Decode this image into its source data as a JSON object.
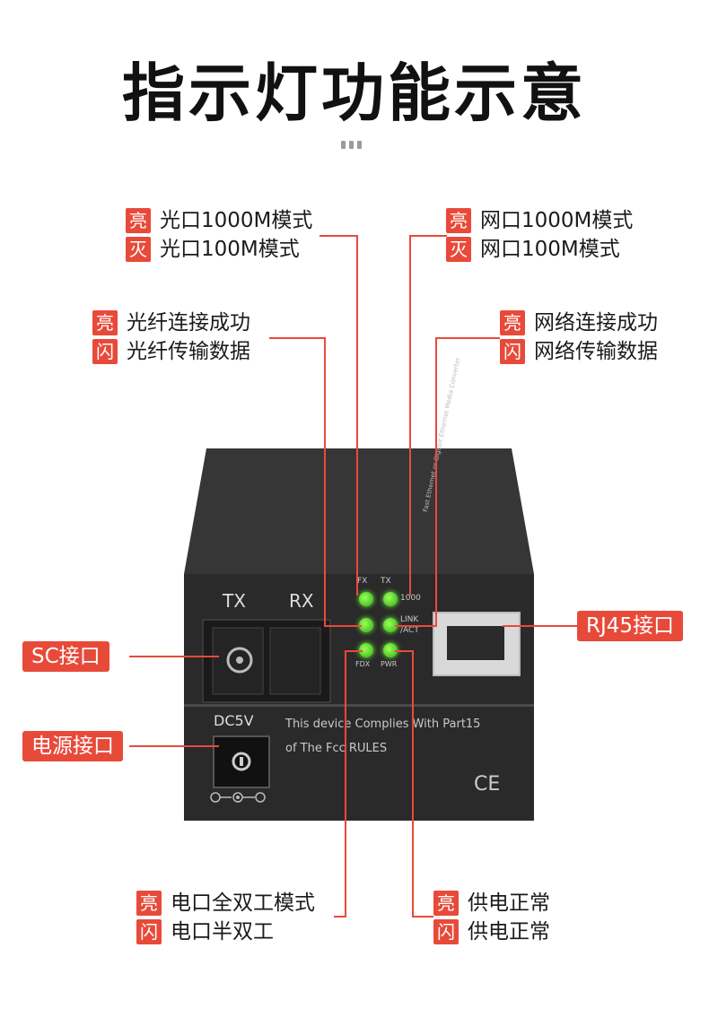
{
  "title": "指示灯功能示意",
  "tags": {
    "on": "亮",
    "off": "灭",
    "blink": "闪"
  },
  "callouts": {
    "fx_speed": {
      "on": "光口1000M模式",
      "off": "光口100M模式"
    },
    "tx_speed": {
      "on": "网口1000M模式",
      "off": "网口100M模式"
    },
    "fx_link": {
      "on": "光纤连接成功",
      "blink": "光纤传输数据"
    },
    "tp_link": {
      "on": "网络连接成功",
      "blink": "网络传输数据"
    },
    "fdx": {
      "on": "电口全双工模式",
      "blink": "电口半双工"
    },
    "pwr": {
      "on": "供电正常",
      "blink": "供电正常"
    }
  },
  "labels": {
    "sc": "SC接口",
    "power": "电源接口",
    "rj45": "RJ45接口"
  },
  "device": {
    "tx": "TX",
    "rx": "RX",
    "led_fx": "FX",
    "led_tx": "TX",
    "led_1000": "1000",
    "led_link": "LINK",
    "led_act": "/ACT",
    "led_fdx": "FDX",
    "led_pwr": "PWR",
    "dc": "DC5V",
    "compliance_1": "This device Complies With Part15",
    "compliance_2": "of The Fcc RULES",
    "ce": "CE",
    "side_text": "Fast Ethernet or Gigabit Ethernet Media Converter"
  },
  "colors": {
    "accent": "#e84a3a",
    "led": "#4cd21f",
    "device": "#2a2a2a"
  }
}
